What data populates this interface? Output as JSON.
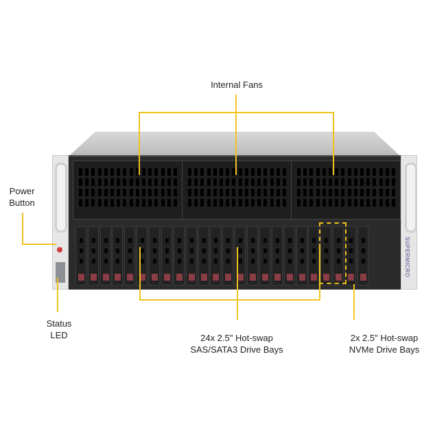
{
  "labels": {
    "internal_fans": "Internal Fans",
    "power_button": [
      "Power",
      "Button"
    ],
    "status_led": [
      "Status",
      "LED"
    ],
    "sas_bays": [
      "24x 2.5\" Hot-swap",
      "SAS/SATA3 Drive Bays"
    ],
    "nvme_bays": [
      "2x 2.5\" Hot-swap",
      "NVMe Drive Bays"
    ]
  },
  "logo_text": "SUPERMICRO",
  "drive_bay_count": 24,
  "fan_modules": 3,
  "colors": {
    "callout": "#f2c21b",
    "drive_led": "#8a3d44"
  }
}
